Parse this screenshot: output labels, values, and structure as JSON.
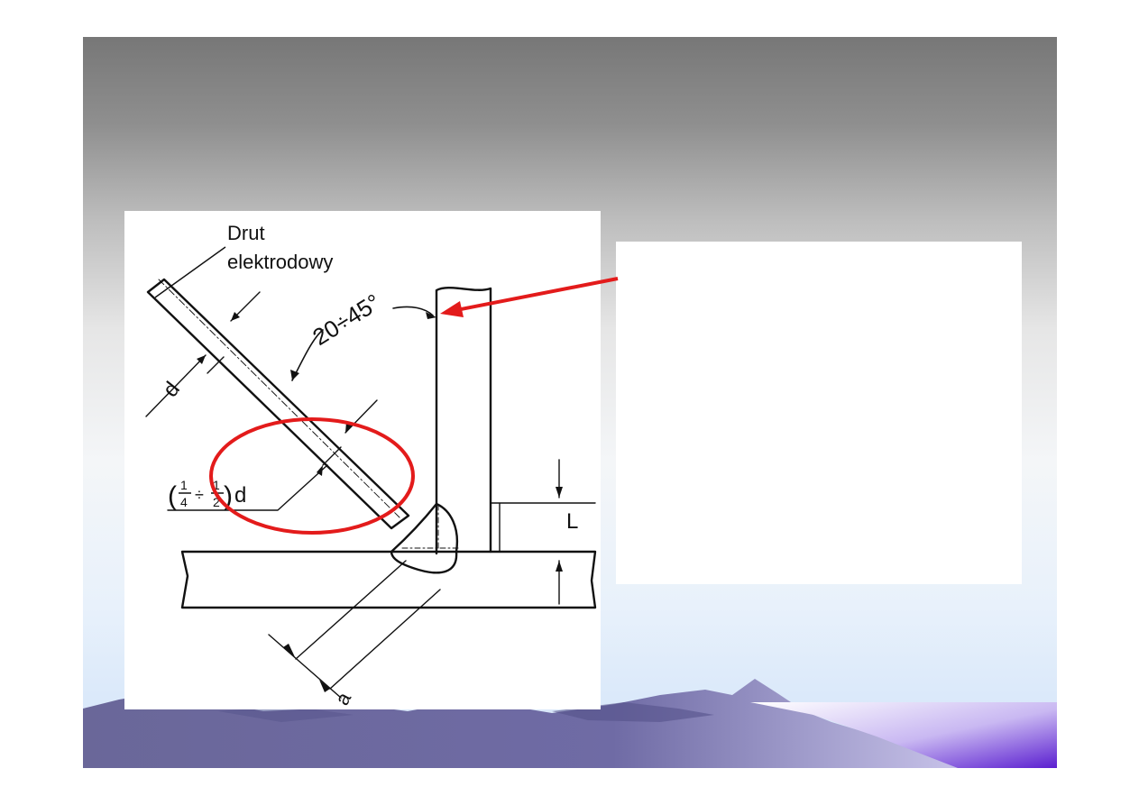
{
  "figure": {
    "label_wire_line1": "Drut",
    "label_wire_line2": "elektrodowy",
    "label_angle": "20÷45°",
    "label_d": "d",
    "label_frac_num1": "1",
    "label_frac_den1": "4",
    "label_frac_sep": "÷",
    "label_frac_num2": "1",
    "label_frac_den2": "2",
    "label_frac_suffix": "d",
    "label_L": "L",
    "label_a": "a"
  },
  "colors": {
    "highlight": "#e31b1b",
    "mountain_main": "#6e6aa3",
    "mountain_accent": "#5b1fd0",
    "slide_top": "#777777"
  },
  "textbox": {}
}
